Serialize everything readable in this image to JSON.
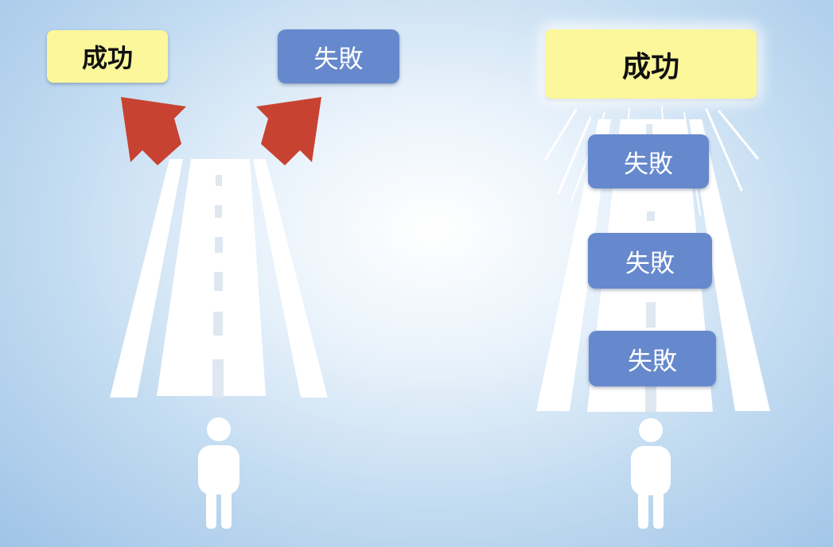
{
  "left": {
    "success_label": "成功",
    "failure_label": "失敗"
  },
  "right": {
    "success_label": "成功",
    "failure_labels": [
      "失敗",
      "失敗",
      "失敗"
    ]
  },
  "colors": {
    "success_fill": "#fbf79a",
    "failure_fill": "#6688cc",
    "arrow_fill": "#c84232",
    "road_fill": "#ffffff"
  }
}
